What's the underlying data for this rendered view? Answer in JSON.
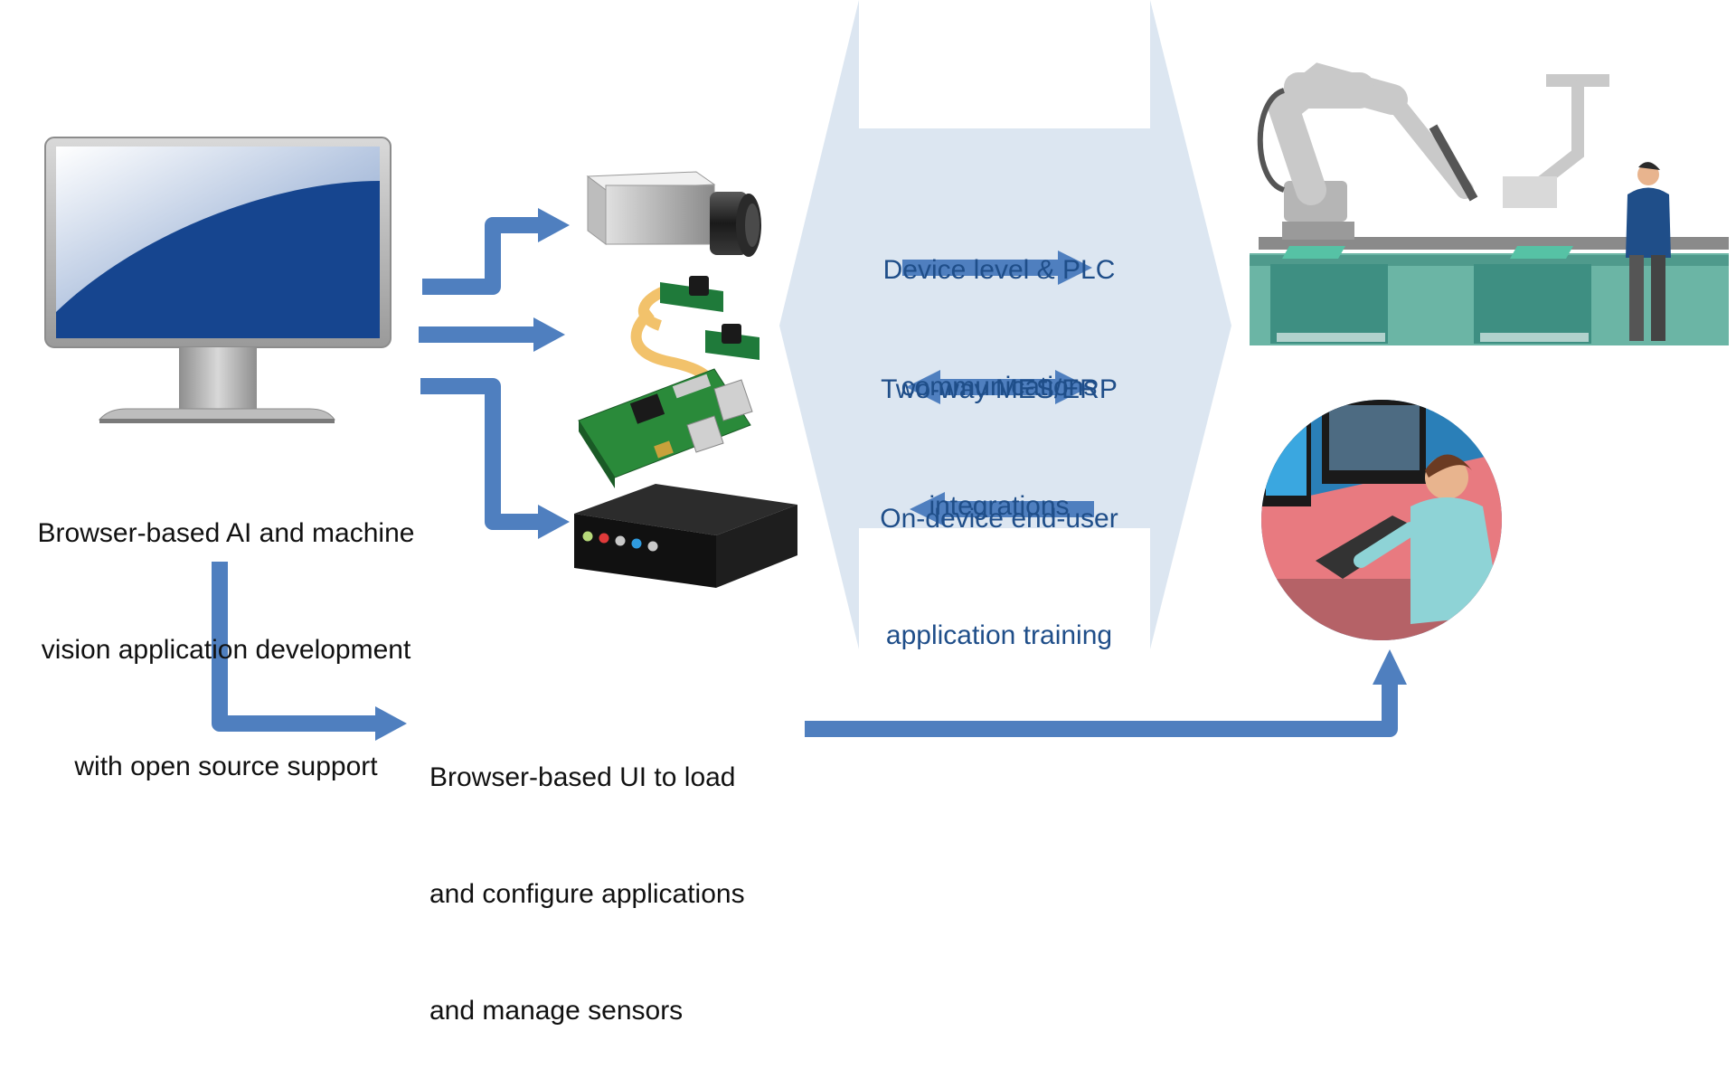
{
  "colors": {
    "arrow": "#4f7fbf",
    "band": "#dce6f1",
    "label_text": "#1f4e89",
    "body_text": "#111111"
  },
  "left_caption": [
    "Browser-based AI and machine",
    "vision application development",
    "with open source support"
  ],
  "labels": {
    "plc": [
      "Device level & PLC",
      "communications"
    ],
    "mes": [
      "Two-way MES/ERP",
      "integrations"
    ],
    "training": [
      "On-device end-user",
      "application training"
    ]
  },
  "bottom_caption": [
    "Browser-based UI to load",
    "and configure applications",
    "and manage sensors"
  ],
  "icons": [
    "monitor-icon",
    "industrial-camera-icon",
    "embedded-board-icon",
    "edge-box-icon",
    "robot-factory-icon",
    "operator-workstation-icon"
  ]
}
